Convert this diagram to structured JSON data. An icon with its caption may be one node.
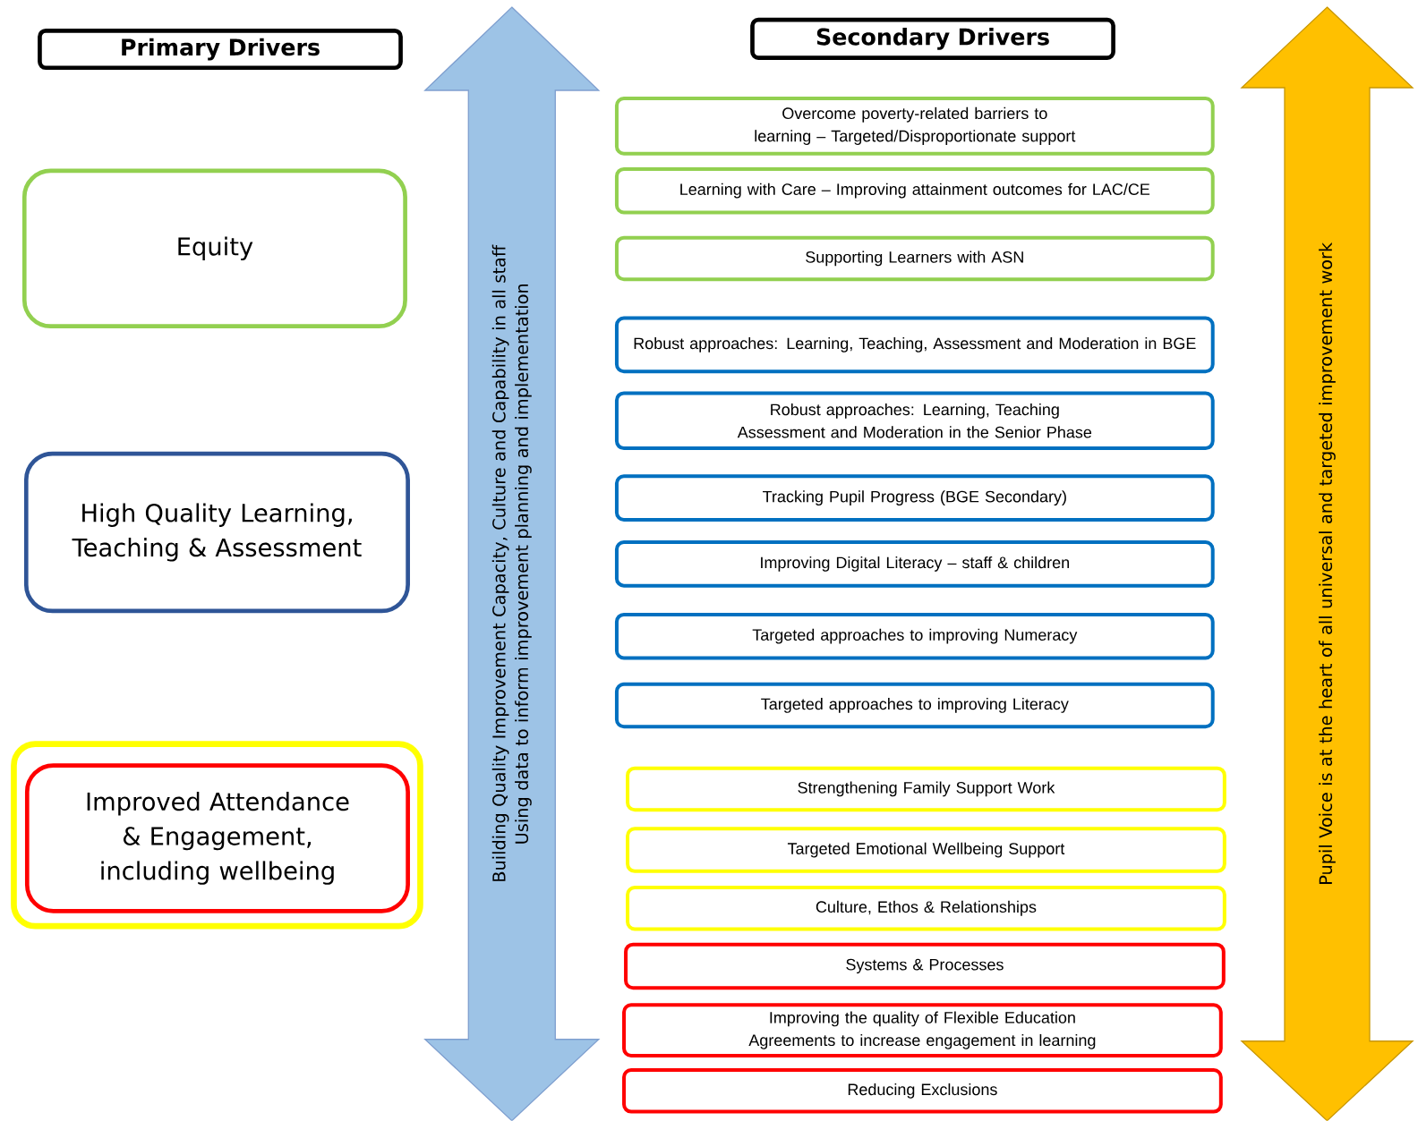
{
  "diagram": {
    "nodes": [
      {
        "text": [
          "Primary Drivers"
        ]
      },
      {
        "text": [
          "Secondary Drivers"
        ]
      },
      {
        "text": [
          "Equity"
        ]
      },
      {
        "text": [
          "High Quality Learning, Teaching & Assessment"
        ]
      },
      {
        "text": [],
        "shape": "box"
      },
      {
        "text": [
          "Improved Attendance & Engagement, including wellbeing"
        ],
        "in": 4
      },
      {
        "text": [
          "Building Quality Improvement Capacity, Culture and Capability in all staff",
          "Using data to inform improvement planning and implementation"
        ]
      },
      {
        "text": [
          "Overcome poverty-related barriers to learning – Targeted/Disproportionate support"
        ]
      },
      {
        "text": [
          "Learning with Care – Improving attainment outcomes for LAC/CE"
        ]
      },
      {
        "text": [
          "Supporting Learners with ASN"
        ]
      },
      {
        "text": [
          "Robust approaches: Learning, Teaching, Assessment and Moderation in BGE"
        ]
      },
      {
        "text": [
          "Robust approaches: Learning, Teaching Assessment and Moderation in the Senior Phase"
        ]
      },
      {
        "text": [
          "Tracking Pupil Progress (BGE Secondary)"
        ]
      },
      {
        "text": [
          "Improving Digital Literacy – staff & children"
        ]
      },
      {
        "text": [
          "Targeted approaches to improving Numeracy"
        ]
      },
      {
        "text": [
          "Targeted approaches to improving Literacy"
        ]
      },
      {
        "text": [
          "Strengthening Family Support Work"
        ]
      },
      {
        "text": [
          "Targeted Emotional Wellbeing Support"
        ]
      },
      {
        "text": [
          "Culture, Ethos & Relationships"
        ]
      },
      {
        "text": [
          "Systems & Processes"
        ]
      },
      {
        "text": [
          "Improving the quality of Flexible Education Agreements to increase engagement in learning"
        ]
      },
      {
        "text": [
          "Reducing Exclusions"
        ]
      },
      {
        "text": [
          "Pupil Voice is at the heart of all universal and targeted improvement work"
        ]
      }
    ]
  }
}
